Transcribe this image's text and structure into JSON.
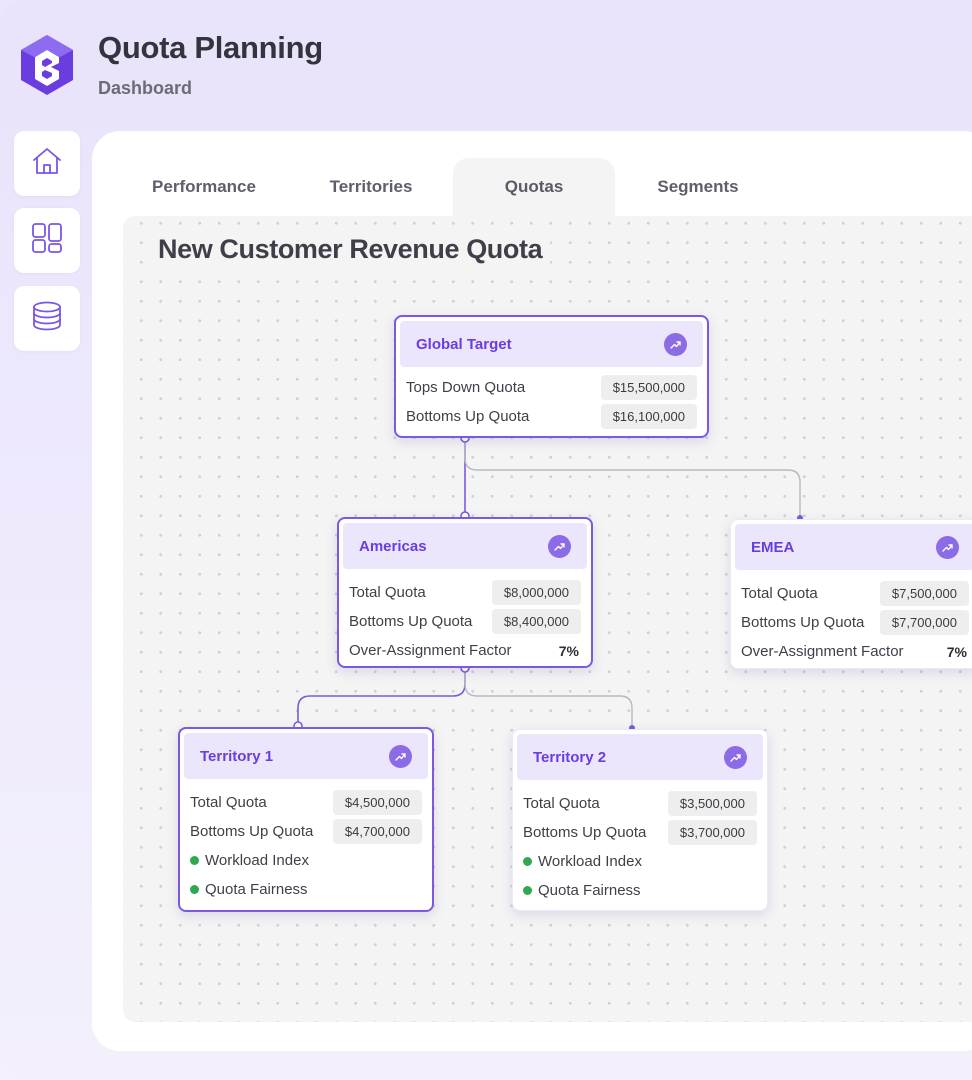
{
  "app": {
    "title": "Quota Planning",
    "subtitle": "Dashboard"
  },
  "sidebar": {
    "items": [
      {
        "icon": "home-icon"
      },
      {
        "icon": "dashboard-grid-icon"
      },
      {
        "icon": "database-icon"
      }
    ]
  },
  "tabs": [
    {
      "label": "Performance",
      "active": false
    },
    {
      "label": "Territories",
      "active": false
    },
    {
      "label": "Quotas",
      "active": true
    },
    {
      "label": "Segments",
      "active": false
    }
  ],
  "canvas": {
    "title": "New Customer Revenue Quota"
  },
  "colors": {
    "accent": "#6a3de0",
    "header_bg": "#ece6fd",
    "status_green": "#2fa84f"
  },
  "nodes": {
    "global": {
      "title": "Global Target",
      "rows": [
        {
          "label": "Tops Down Quota",
          "value": "$15,500,000"
        },
        {
          "label": "Bottoms Up Quota",
          "value": "$16,100,000"
        }
      ]
    },
    "americas": {
      "title": "Americas",
      "rows": [
        {
          "label": "Total Quota",
          "value": "$8,000,000"
        },
        {
          "label": "Bottoms Up Quota",
          "value": "$8,400,000"
        },
        {
          "label": "Over-Assignment Factor",
          "value": "7%"
        }
      ]
    },
    "emea": {
      "title": "EMEA",
      "rows": [
        {
          "label": "Total Quota",
          "value": "$7,500,000"
        },
        {
          "label": "Bottoms Up Quota",
          "value": "$7,700,000"
        },
        {
          "label": "Over-Assignment Factor",
          "value": "7%"
        }
      ]
    },
    "territory1": {
      "title": "Territory 1",
      "rows": [
        {
          "label": "Total Quota",
          "value": "$4,500,000"
        },
        {
          "label": "Bottoms Up Quota",
          "value": "$4,700,000"
        },
        {
          "label": "Workload Index"
        },
        {
          "label": "Quota Fairness"
        }
      ]
    },
    "territory2": {
      "title": "Territory 2",
      "rows": [
        {
          "label": "Total Quota",
          "value": "$3,500,000"
        },
        {
          "label": "Bottoms Up Quota",
          "value": "$3,700,000"
        },
        {
          "label": "Workload Index"
        },
        {
          "label": "Quota Fairness"
        }
      ]
    }
  }
}
